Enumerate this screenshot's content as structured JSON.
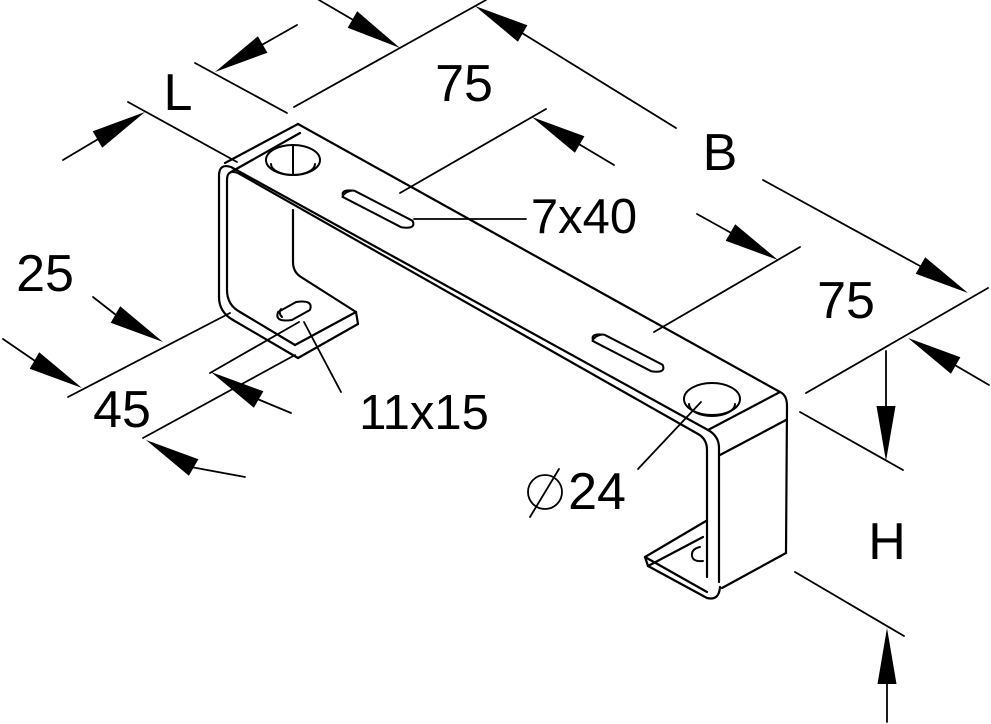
{
  "dims": {
    "length": "L",
    "span_top": "75",
    "overall_width": "B",
    "slot": "7x40",
    "span_right": "75",
    "foot_offset": "25",
    "foot_length": "45",
    "foot_slot": "11x15",
    "dia_symbol": "⌀",
    "dia_value": "24",
    "height": "H"
  }
}
